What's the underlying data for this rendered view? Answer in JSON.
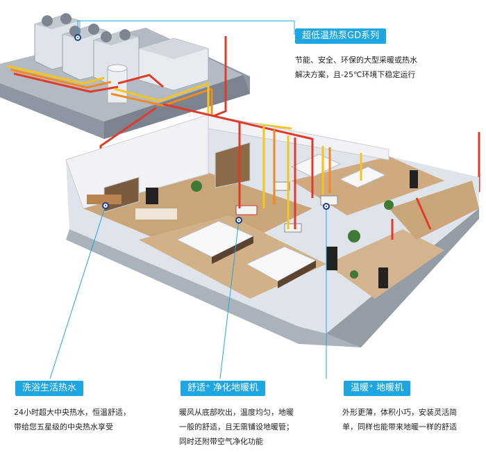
{
  "callouts": {
    "top": {
      "label": "超低温热泵GD系列",
      "lines": [
        "节能、安全、环保的大型采暖或热水",
        "解决方案，且-25℃环境下稳定运行"
      ]
    },
    "left": {
      "label": "洗浴生活热水",
      "lines": [
        "24小时超大中央热水，恒温舒适，",
        "带给您五星级的中央热水享受"
      ]
    },
    "middle": {
      "label": "舒适⁺ 净化地暖机",
      "lines": [
        "暖风从底部吹出，温度均匀，地暖",
        "一般的舒适，且无需铺设地暖管；",
        "同时还附带空气净化功能"
      ]
    },
    "right": {
      "label": "温暖⁺ 地暖机",
      "lines": [
        "外形更薄，体积小巧，安装灵活简",
        "单，同样也能带来地暖一样的舒适"
      ]
    }
  },
  "colors": {
    "accent": "#1ea6e3",
    "pipe_red": "#e03a2a",
    "pipe_yellow": "#f3c51e",
    "pipe_orange": "#f08a24",
    "floor": "#c9a57a",
    "wall": "#dfe4ea"
  }
}
